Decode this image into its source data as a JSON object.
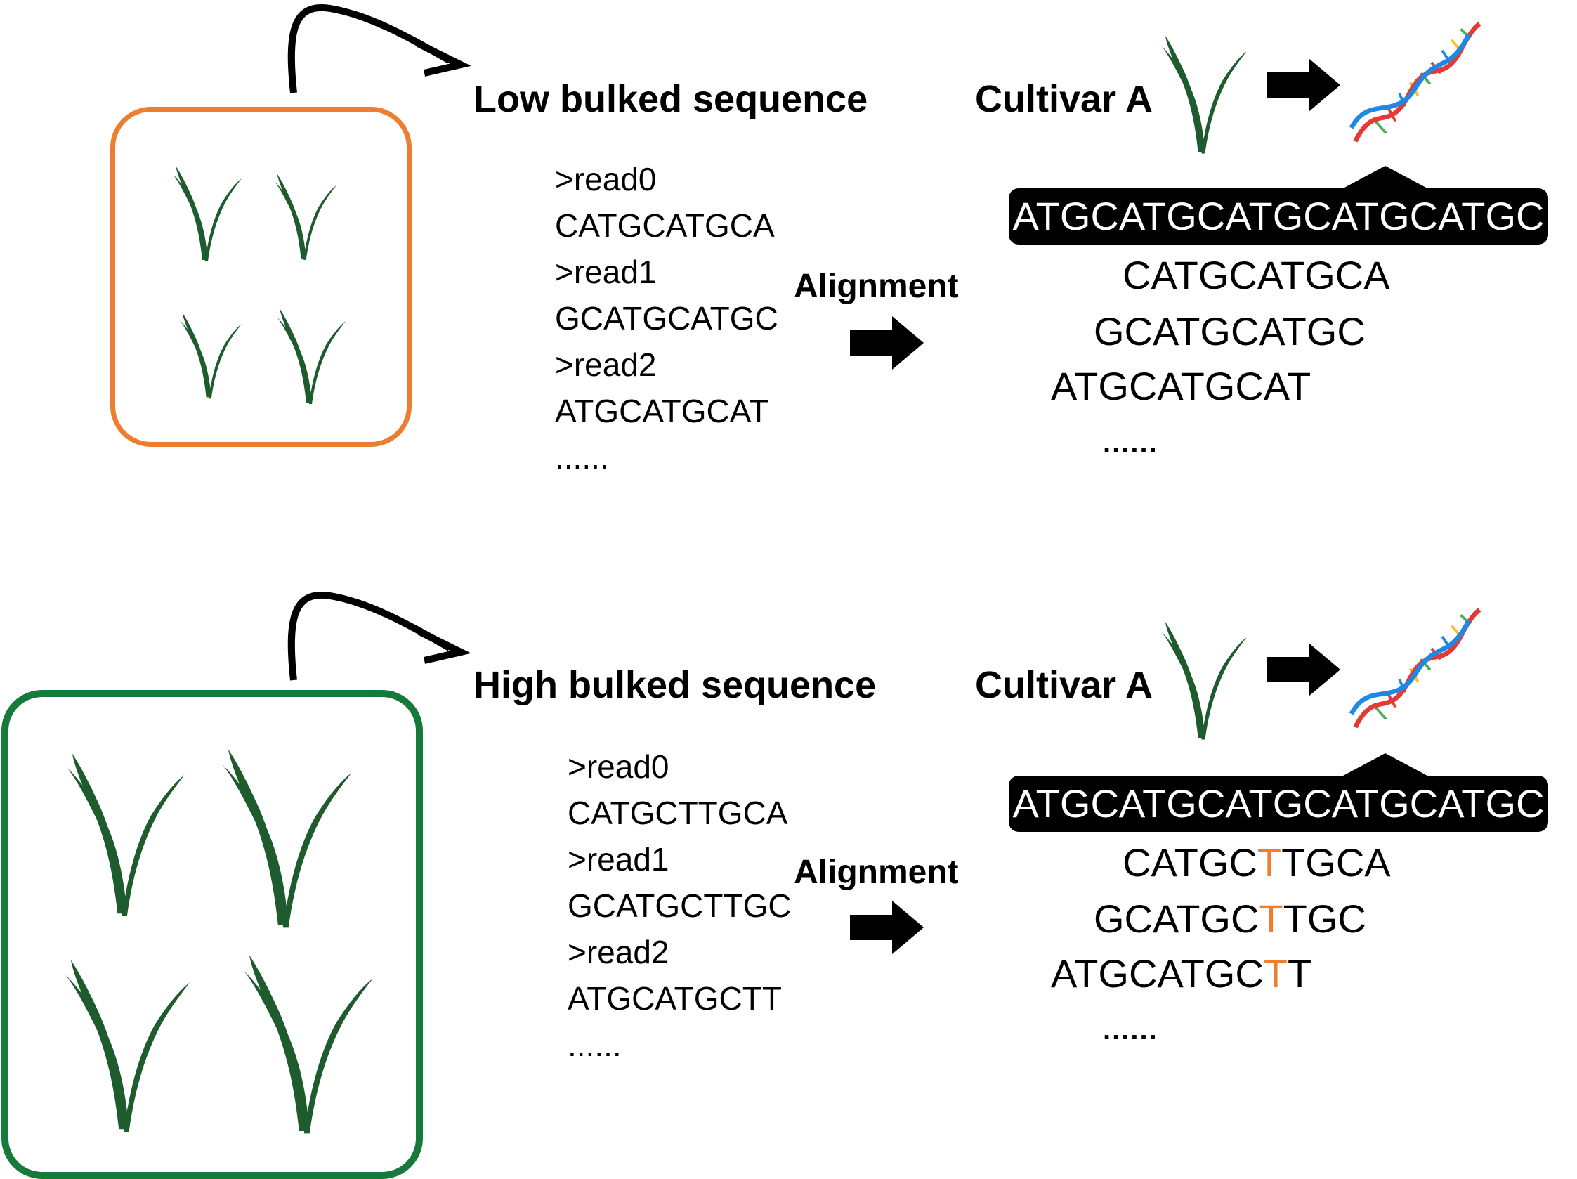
{
  "low": {
    "title": "Low bulked sequence",
    "reads": [
      ">read0",
      "CATGCATGCA",
      ">read1",
      "GCATGCATGC",
      ">read2",
      "ATGCATGCAT"
    ],
    "reads_more": "......",
    "alignment_label": "Alignment",
    "cultivar_label": "Cultivar A",
    "reference": "ATGCATGCATGCATGCATGC",
    "aligned_reads": [
      {
        "pre": "CATGCATGCA",
        "hl": "",
        "post": ""
      },
      {
        "pre": "GCATGCATGC",
        "hl": "",
        "post": ""
      },
      {
        "pre": "ATGCATGCAT",
        "hl": "",
        "post": ""
      }
    ],
    "aligned_more": "......",
    "box_color": "#ED7D31"
  },
  "high": {
    "title": "High bulked sequence",
    "reads": [
      ">read0",
      "CATGCTTGCA",
      ">read1",
      "GCATGCTTGC",
      ">read2",
      "ATGCATGCTT"
    ],
    "reads_more": "......",
    "alignment_label": "Alignment",
    "cultivar_label": "Cultivar A",
    "reference": "ATGCATGCATGCATGCATGC",
    "aligned_reads": [
      {
        "pre": "CATGC",
        "hl": "T",
        "post": "TGCA"
      },
      {
        "pre": "GCATGC",
        "hl": "T",
        "post": "TGC"
      },
      {
        "pre": "ATGCATGC",
        "hl": "T",
        "post": "T"
      }
    ],
    "aligned_more": "......",
    "box_color": "#157A3A"
  },
  "colors": {
    "plant": "#1E5C2E",
    "variant": "#ED7D31",
    "low_box": "#ED7D31",
    "high_box": "#157A3A"
  },
  "icons": [
    "plant-icon",
    "curved-arrow-icon",
    "right-arrow-icon",
    "dna-helix-icon"
  ]
}
